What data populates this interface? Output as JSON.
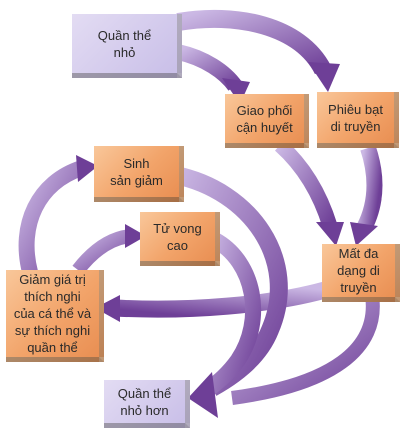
{
  "diagram": {
    "nodes": {
      "small_pop": "Quần thể\nnhỏ",
      "inbreeding": "Giao phối\ncận huyết",
      "drift": "Phiêu bạt\ndi truyền",
      "reproduction": "Sinh\nsản giảm",
      "mortality": "Tử vong\ncao",
      "diversity": "Mất đa\ndạng di\ntruyền",
      "fitness": "Giảm giá trị\nthích nghi\ncủa cá thể và\nsự thích nghi\nquần thể",
      "smaller_pop": "Quần thể\nnhỏ hơn"
    },
    "colors": {
      "arrow": "#7b4fa0",
      "arrow_light": "#c7b3e0",
      "box_orange": "#f2a46a",
      "box_lavender": "#cdc4ea"
    }
  }
}
